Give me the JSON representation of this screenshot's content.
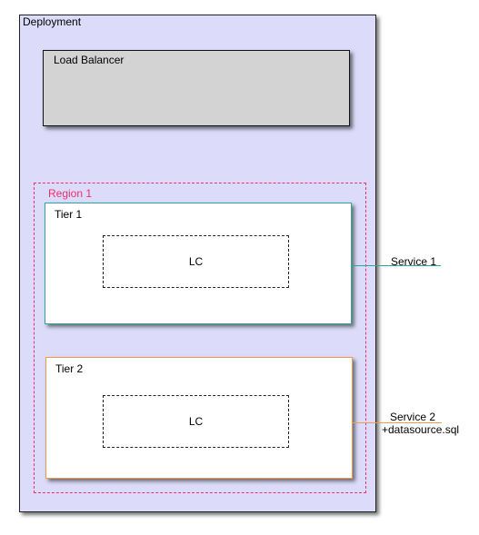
{
  "deployment": {
    "label": "Deployment"
  },
  "load_balancer": {
    "label": "Load Balancer"
  },
  "region": {
    "label": "Region 1",
    "color": "#e8306e"
  },
  "tiers": [
    {
      "label": "Tier 1",
      "lc_label": "LC",
      "color": "#2aa8a0"
    },
    {
      "label": "Tier 2",
      "lc_label": "LC",
      "color": "#f29a4a"
    }
  ],
  "services": [
    {
      "name": "Service 1"
    },
    {
      "name": "Service 2",
      "detail": "+datasource.sql"
    }
  ],
  "colors": {
    "deployment_fill": "#dcdcfa",
    "load_balancer_fill": "#d3d3d3"
  }
}
